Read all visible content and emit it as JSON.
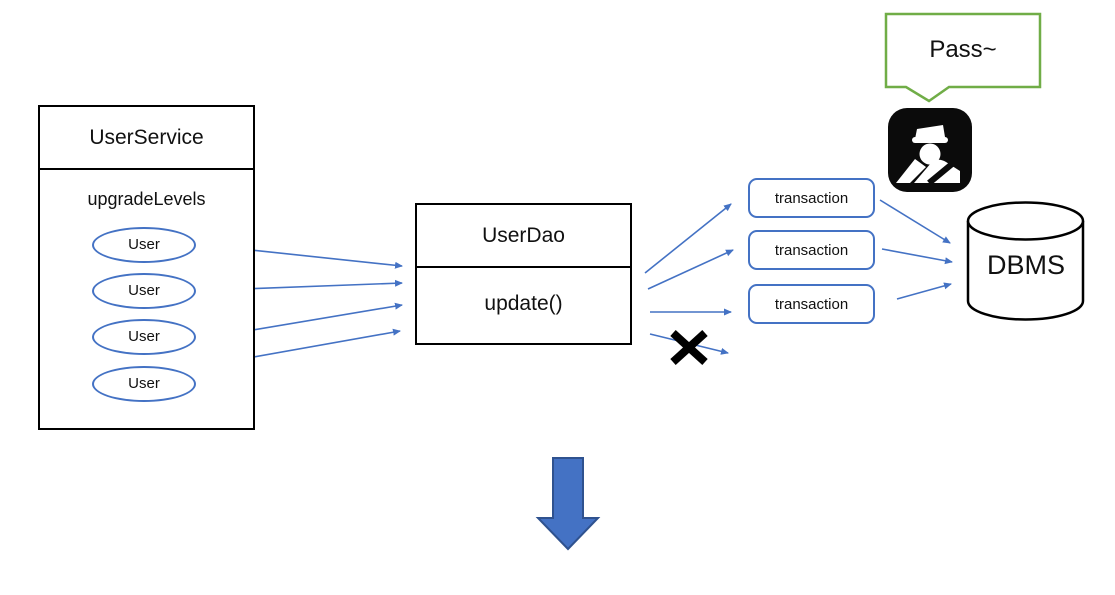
{
  "user_service": {
    "title": "UserService",
    "method": "upgradeLevels",
    "users": [
      {
        "label": "User"
      },
      {
        "label": "User"
      },
      {
        "label": "User"
      },
      {
        "label": "User"
      }
    ]
  },
  "user_dao": {
    "title": "UserDao",
    "method": "update()"
  },
  "transactions": [
    {
      "label": "transaction"
    },
    {
      "label": "transaction"
    },
    {
      "label": "transaction"
    }
  ],
  "dbms": {
    "label": "DBMS"
  },
  "speech_bubble": {
    "text": "Pass~"
  },
  "icons": {
    "police_officer": "police-officer-icon",
    "cross_mark": "x-icon",
    "down_arrow": "down-arrow-icon"
  },
  "colors": {
    "accent_blue": "#4472C4",
    "bubble_green": "#70AD47",
    "down_arrow_fill": "#4472C4",
    "down_arrow_border": "#2F528F",
    "outline_black": "#000000"
  }
}
